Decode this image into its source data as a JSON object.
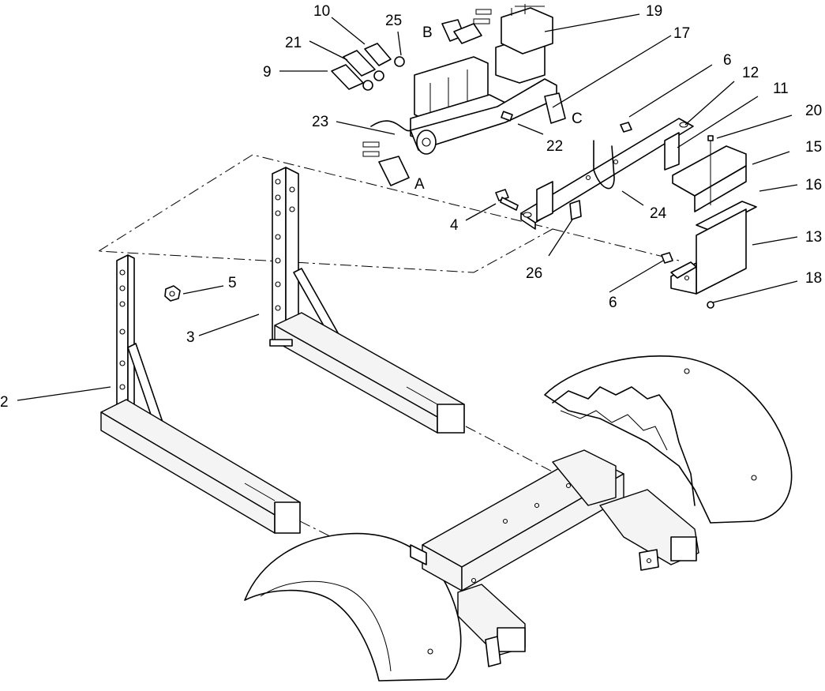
{
  "callouts": {
    "c2": "2",
    "c3": "3",
    "c4": "4",
    "c5": "5",
    "c6a": "6",
    "c6b": "6",
    "c9": "9",
    "c10": "10",
    "c11": "11",
    "c12": "12",
    "c13": "13",
    "c15": "15",
    "c16": "16",
    "c17": "17",
    "c18": "18",
    "c19": "19",
    "c20": "20",
    "c21": "21",
    "c22": "22",
    "c23": "23",
    "c24": "24",
    "c25": "25",
    "c26": "26"
  },
  "port_labels": {
    "a": "A",
    "b": "B",
    "c": "C"
  }
}
